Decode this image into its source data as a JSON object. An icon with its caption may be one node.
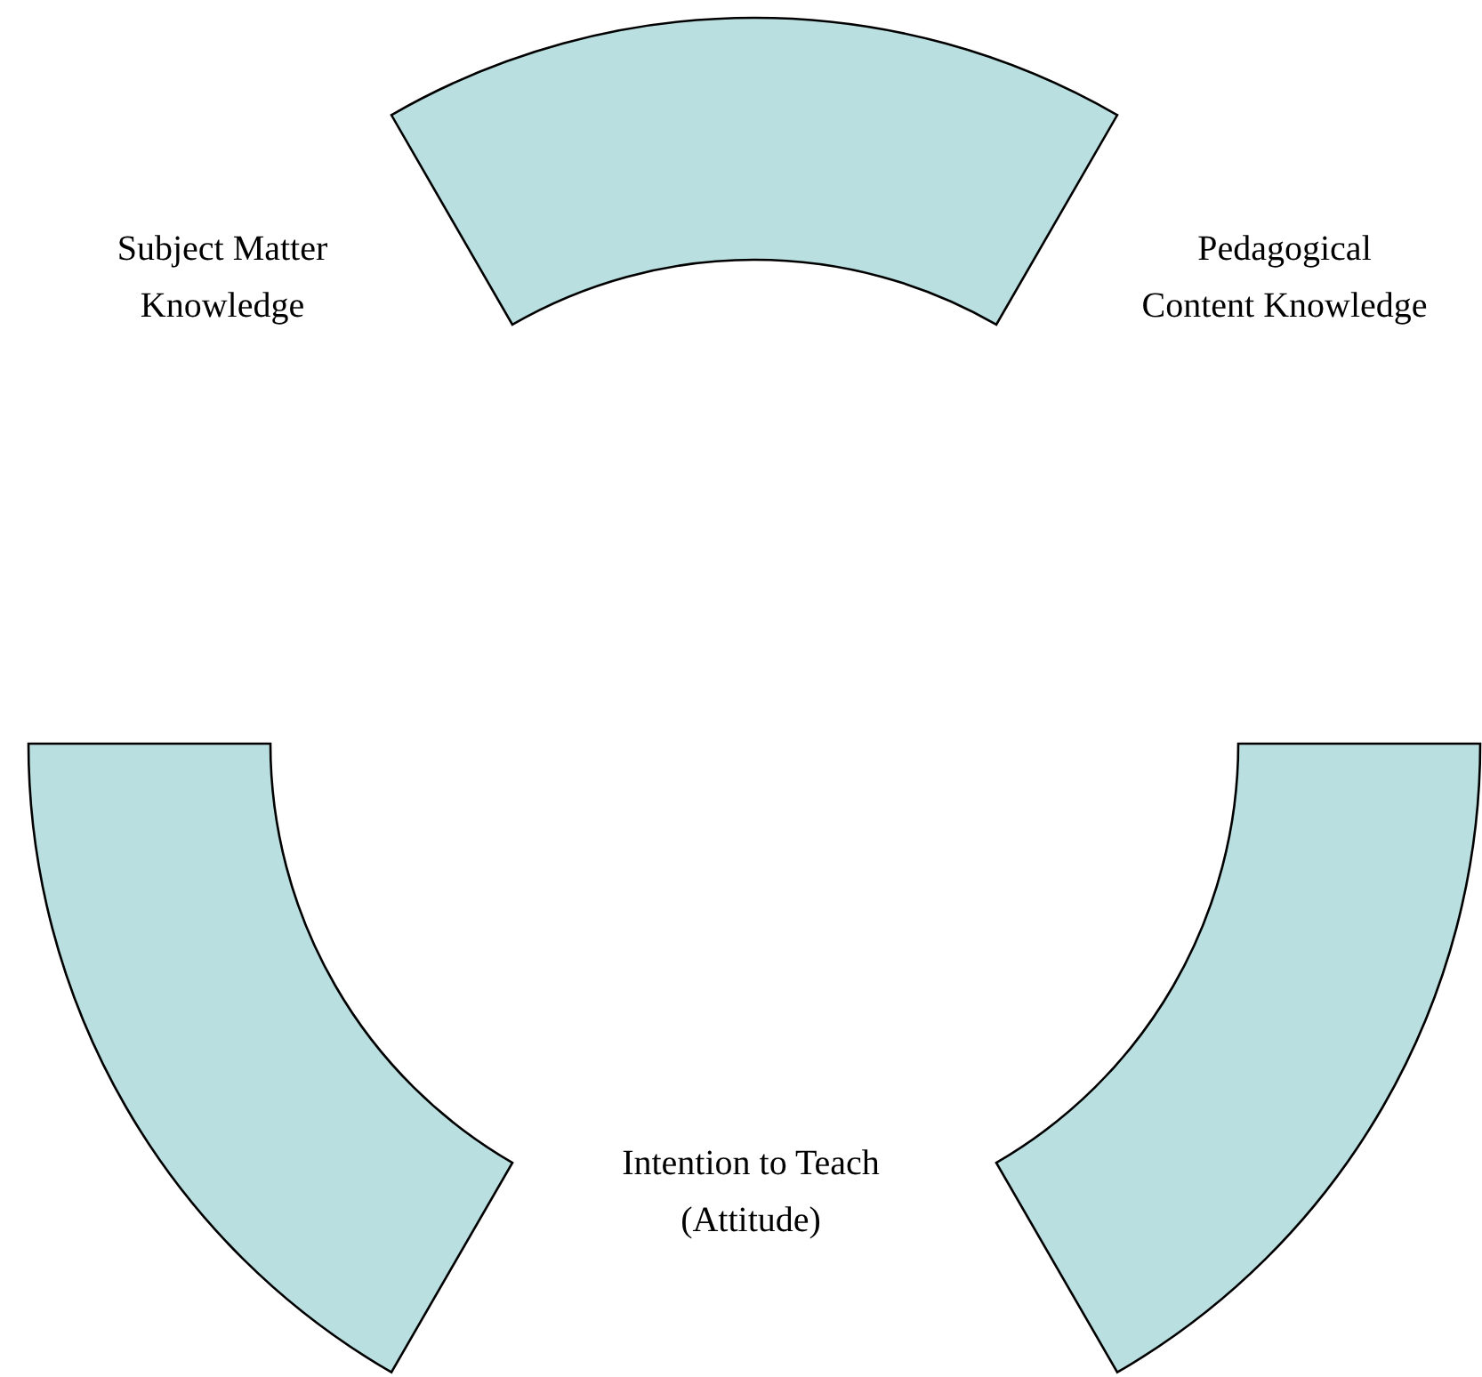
{
  "diagram": {
    "nodes": [
      {
        "text": [],
        "shape": "arc"
      },
      {
        "text": [],
        "shape": "arc"
      },
      {
        "text": [],
        "shape": "arc"
      }
    ],
    "labels": [
      "Subject Matter Knowledge",
      "Pedagogical Content Knowledge",
      "Intention to Teach (Attitude)"
    ]
  }
}
